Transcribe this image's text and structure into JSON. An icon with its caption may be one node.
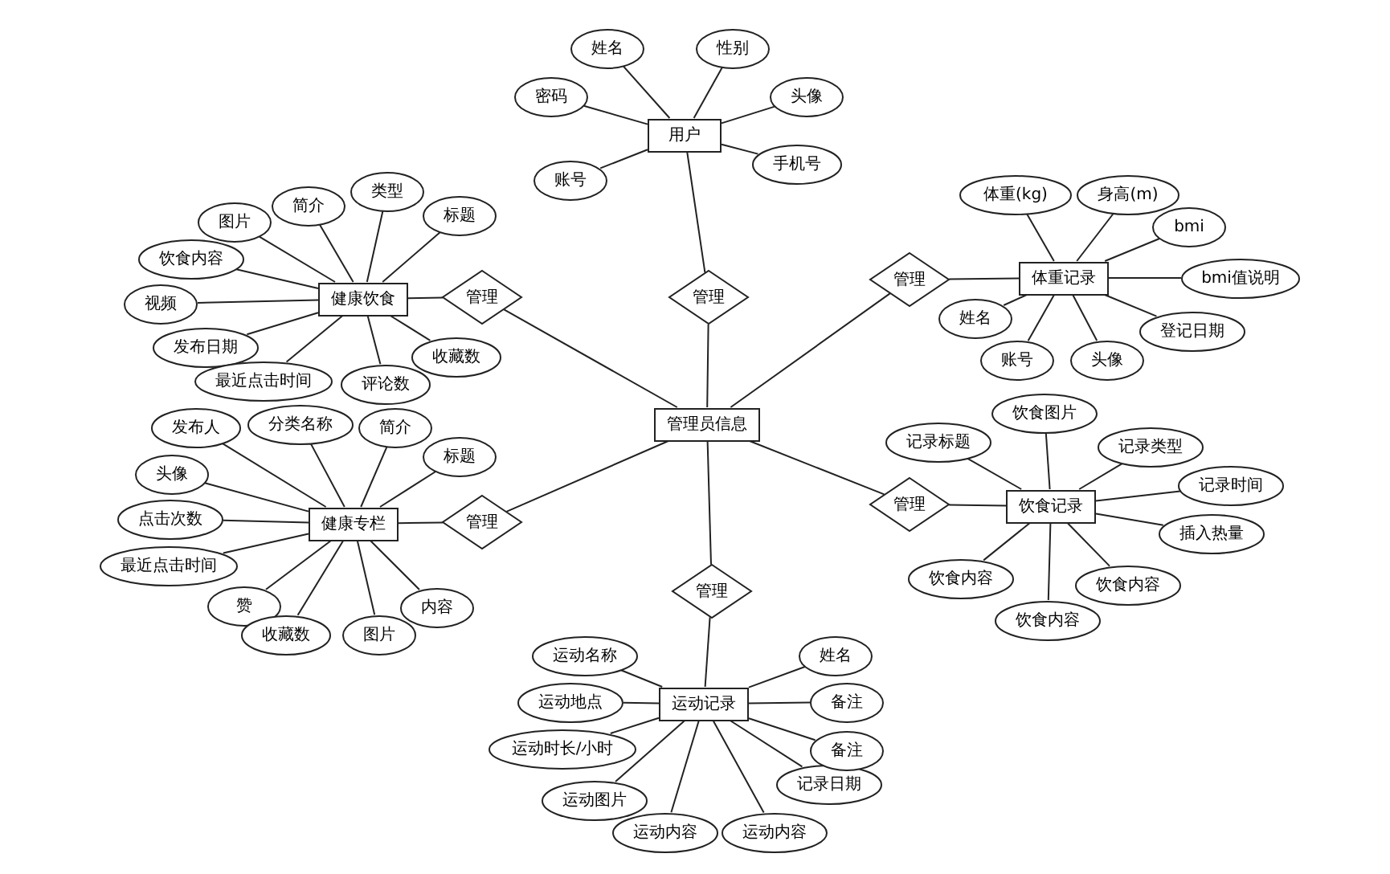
{
  "diagram": {
    "nodes": [
      {
        "text": [
          "用户"
        ]
      },
      {
        "text": [
          "姓名"
        ]
      },
      {
        "text": [
          "性别"
        ]
      },
      {
        "text": [
          "密码"
        ]
      },
      {
        "text": [
          "头像"
        ]
      },
      {
        "text": [
          "账号"
        ]
      },
      {
        "text": [
          "手机号"
        ]
      },
      {
        "text": [
          "管理"
        ]
      },
      {
        "text": [
          "管理员信息"
        ]
      },
      {
        "text": [
          "管理"
        ]
      },
      {
        "text": [
          "体重记录"
        ]
      },
      {
        "text": [
          "体重(kg)"
        ]
      },
      {
        "text": [
          "身高(m)"
        ]
      },
      {
        "text": [
          "bmi"
        ]
      },
      {
        "text": [
          "bmi值说明"
        ]
      },
      {
        "text": [
          "登记日期"
        ]
      },
      {
        "text": [
          "姓名"
        ]
      },
      {
        "text": [
          "账号"
        ]
      },
      {
        "text": [
          "头像"
        ]
      },
      {
        "text": [
          "健康饮食"
        ]
      },
      {
        "text": [
          "管理"
        ]
      },
      {
        "text": [
          "图片"
        ]
      },
      {
        "text": [
          "简介"
        ]
      },
      {
        "text": [
          "类型"
        ]
      },
      {
        "text": [
          "标题"
        ]
      },
      {
        "text": [
          "饮食内容"
        ]
      },
      {
        "text": [
          "视频"
        ]
      },
      {
        "text": [
          "发布日期"
        ]
      },
      {
        "text": [
          "最近点击时间"
        ]
      },
      {
        "text": [
          "评论数"
        ]
      },
      {
        "text": [
          "收藏数"
        ]
      },
      {
        "text": [
          "健康专栏"
        ]
      },
      {
        "text": [
          "管理"
        ]
      },
      {
        "text": [
          "发布人"
        ]
      },
      {
        "text": [
          "分类名称"
        ]
      },
      {
        "text": [
          "简介"
        ]
      },
      {
        "text": [
          "标题"
        ]
      },
      {
        "text": [
          "头像"
        ]
      },
      {
        "text": [
          "点击次数"
        ]
      },
      {
        "text": [
          "最近点击时间"
        ]
      },
      {
        "text": [
          "赞"
        ]
      },
      {
        "text": [
          "收藏数"
        ]
      },
      {
        "text": [
          "图片"
        ]
      },
      {
        "text": [
          "内容"
        ]
      },
      {
        "text": [
          "饮食记录"
        ]
      },
      {
        "text": [
          "管理"
        ]
      },
      {
        "text": [
          "记录标题"
        ]
      },
      {
        "text": [
          "饮食图片"
        ]
      },
      {
        "text": [
          "记录类型"
        ]
      },
      {
        "text": [
          "记录时间"
        ]
      },
      {
        "text": [
          "插入热量"
        ]
      },
      {
        "text": [
          "饮食内容"
        ]
      },
      {
        "text": [
          "饮食内容"
        ]
      },
      {
        "text": [
          "饮食内容"
        ]
      },
      {
        "text": [
          "管理"
        ]
      },
      {
        "text": [
          "运动记录"
        ]
      },
      {
        "text": [
          "运动名称"
        ]
      },
      {
        "text": [
          "运动地点"
        ]
      },
      {
        "text": [
          "运动时长/小时"
        ]
      },
      {
        "text": [
          "运动图片"
        ]
      },
      {
        "text": [
          "运动内容"
        ]
      },
      {
        "text": [
          "运动内容"
        ]
      },
      {
        "text": [
          "记录日期"
        ]
      },
      {
        "text": [
          "姓名"
        ]
      },
      {
        "text": [
          "备注"
        ]
      },
      {
        "text": [
          "备注"
        ]
      }
    ],
    "edges": [
      {
        "from": 1,
        "to": 0,
        "arrow": "none"
      },
      {
        "from": 2,
        "to": 0,
        "arrow": "none"
      },
      {
        "from": 3,
        "to": 0,
        "arrow": "none"
      },
      {
        "from": 4,
        "to": 0,
        "arrow": "none"
      },
      {
        "from": 5,
        "to": 0,
        "arrow": "none"
      },
      {
        "from": 6,
        "to": 0,
        "arrow": "none"
      },
      {
        "from": 0,
        "to": 7,
        "arrow": "none"
      },
      {
        "from": 7,
        "to": 8,
        "arrow": "none"
      },
      {
        "from": 8,
        "to": 9,
        "arrow": "none"
      },
      {
        "from": 9,
        "to": 10,
        "arrow": "none"
      },
      {
        "from": 11,
        "to": 10,
        "arrow": "none"
      },
      {
        "from": 12,
        "to": 10,
        "arrow": "none"
      },
      {
        "from": 13,
        "to": 10,
        "arrow": "none"
      },
      {
        "from": 14,
        "to": 10,
        "arrow": "none"
      },
      {
        "from": 15,
        "to": 10,
        "arrow": "none"
      },
      {
        "from": 16,
        "to": 10,
        "arrow": "none"
      },
      {
        "from": 17,
        "to": 10,
        "arrow": "none"
      },
      {
        "from": 18,
        "to": 10,
        "arrow": "none"
      },
      {
        "from": 19,
        "to": 20,
        "arrow": "none"
      },
      {
        "from": 20,
        "to": 8,
        "arrow": "none"
      },
      {
        "from": 21,
        "to": 19,
        "arrow": "none"
      },
      {
        "from": 22,
        "to": 19,
        "arrow": "none"
      },
      {
        "from": 23,
        "to": 19,
        "arrow": "none"
      },
      {
        "from": 24,
        "to": 19,
        "arrow": "none"
      },
      {
        "from": 25,
        "to": 19,
        "arrow": "none"
      },
      {
        "from": 26,
        "to": 19,
        "arrow": "none"
      },
      {
        "from": 27,
        "to": 19,
        "arrow": "none"
      },
      {
        "from": 28,
        "to": 19,
        "arrow": "none"
      },
      {
        "from": 29,
        "to": 19,
        "arrow": "none"
      },
      {
        "from": 30,
        "to": 19,
        "arrow": "none"
      },
      {
        "from": 31,
        "to": 32,
        "arrow": "none"
      },
      {
        "from": 32,
        "to": 8,
        "arrow": "none"
      },
      {
        "from": 33,
        "to": 31,
        "arrow": "none"
      },
      {
        "from": 34,
        "to": 31,
        "arrow": "none"
      },
      {
        "from": 35,
        "to": 31,
        "arrow": "none"
      },
      {
        "from": 36,
        "to": 31,
        "arrow": "none"
      },
      {
        "from": 37,
        "to": 31,
        "arrow": "none"
      },
      {
        "from": 38,
        "to": 31,
        "arrow": "none"
      },
      {
        "from": 39,
        "to": 31,
        "arrow": "none"
      },
      {
        "from": 40,
        "to": 31,
        "arrow": "none"
      },
      {
        "from": 41,
        "to": 31,
        "arrow": "none"
      },
      {
        "from": 42,
        "to": 31,
        "arrow": "none"
      },
      {
        "from": 43,
        "to": 31,
        "arrow": "none"
      },
      {
        "from": 8,
        "to": 45,
        "arrow": "none"
      },
      {
        "from": 45,
        "to": 44,
        "arrow": "none"
      },
      {
        "from": 46,
        "to": 44,
        "arrow": "none"
      },
      {
        "from": 47,
        "to": 44,
        "arrow": "none"
      },
      {
        "from": 48,
        "to": 44,
        "arrow": "none"
      },
      {
        "from": 49,
        "to": 44,
        "arrow": "none"
      },
      {
        "from": 50,
        "to": 44,
        "arrow": "none"
      },
      {
        "from": 51,
        "to": 44,
        "arrow": "none"
      },
      {
        "from": 52,
        "to": 44,
        "arrow": "none"
      },
      {
        "from": 53,
        "to": 44,
        "arrow": "none"
      },
      {
        "from": 8,
        "to": 54,
        "arrow": "none"
      },
      {
        "from": 54,
        "to": 55,
        "arrow": "none"
      },
      {
        "from": 56,
        "to": 55,
        "arrow": "none"
      },
      {
        "from": 57,
        "to": 55,
        "arrow": "none"
      },
      {
        "from": 58,
        "to": 55,
        "arrow": "none"
      },
      {
        "from": 59,
        "to": 55,
        "arrow": "none"
      },
      {
        "from": 60,
        "to": 55,
        "arrow": "none"
      },
      {
        "from": 61,
        "to": 55,
        "arrow": "none"
      },
      {
        "from": 62,
        "to": 55,
        "arrow": "none"
      },
      {
        "from": 63,
        "to": 55,
        "arrow": "none"
      },
      {
        "from": 64,
        "to": 55,
        "arrow": "none"
      },
      {
        "from": 65,
        "to": 55,
        "arrow": "none"
      }
    ]
  }
}
